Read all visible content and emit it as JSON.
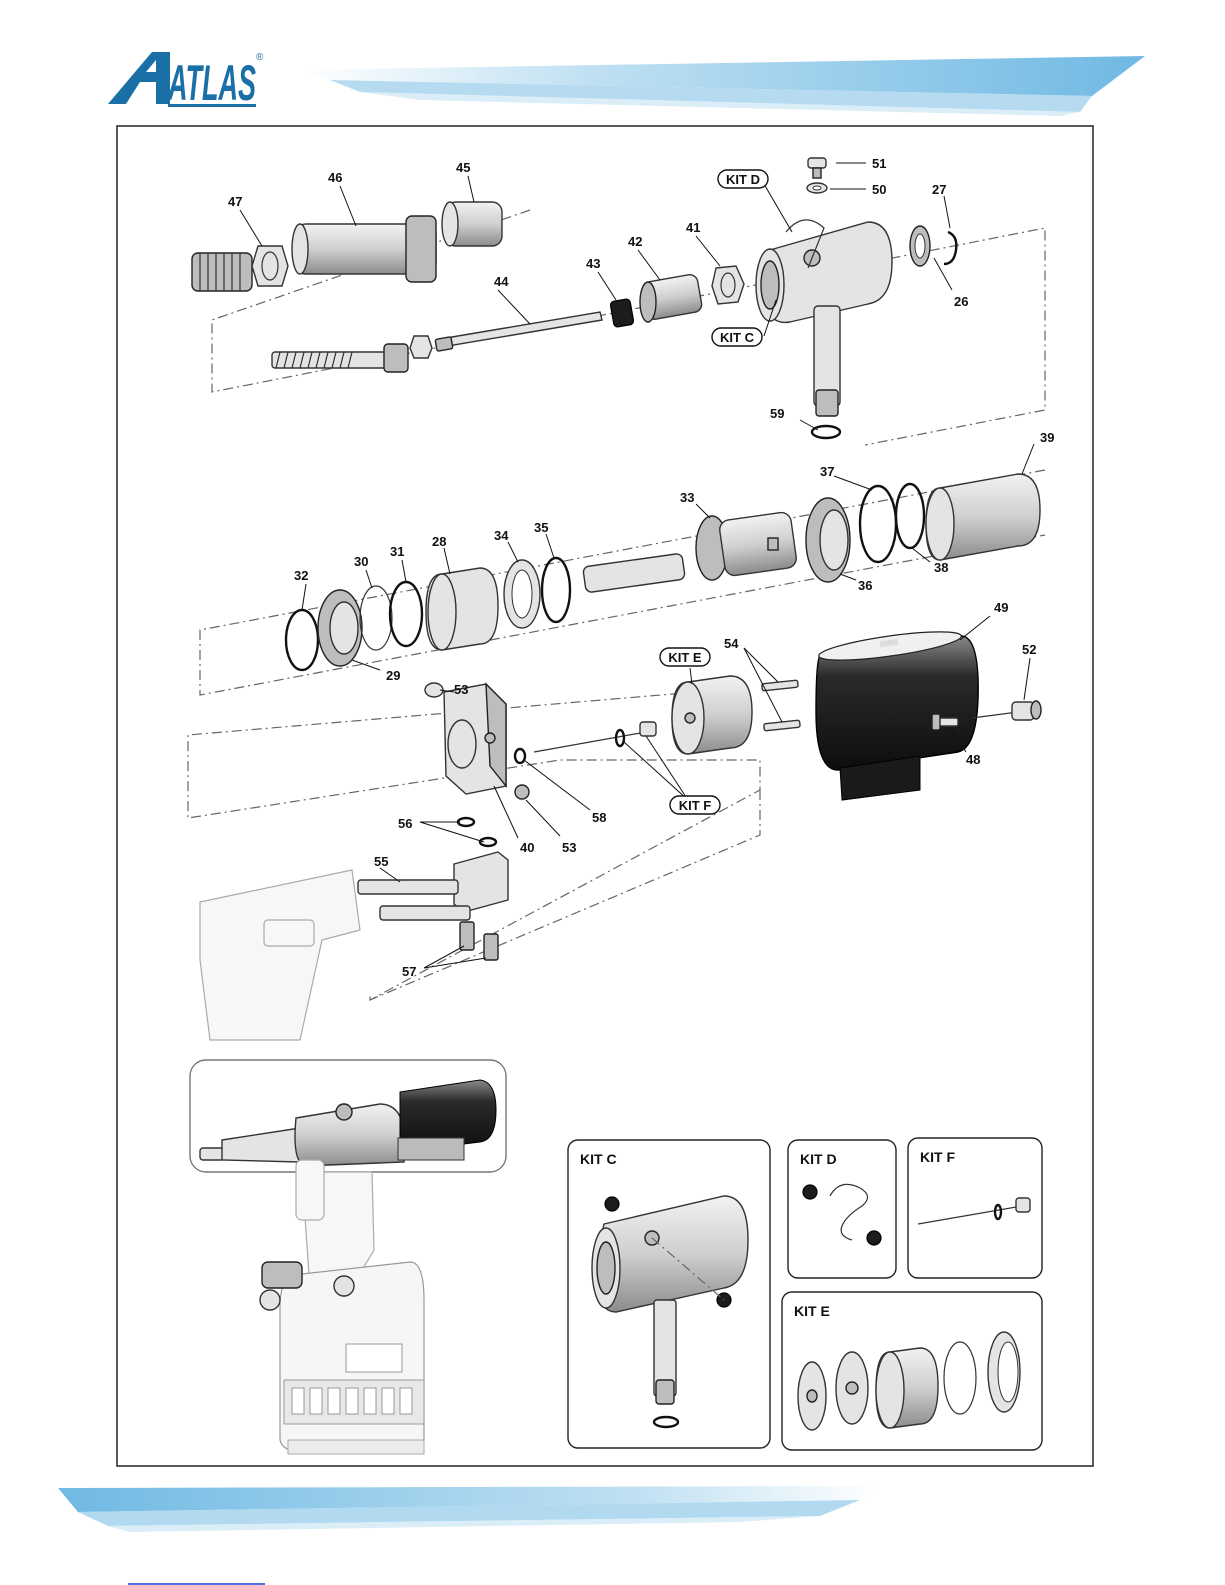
{
  "header": {
    "brand": "ATLAS",
    "registered_mark": "®",
    "brand_color": "#1a6fa6",
    "band_color": "#7fc2e6"
  },
  "diagram": {
    "part_labels": [
      "51",
      "50",
      "27",
      "26",
      "45",
      "46",
      "47",
      "41",
      "42",
      "43",
      "44",
      "59",
      "39",
      "37",
      "38",
      "36",
      "33",
      "35",
      "34",
      "28",
      "31",
      "30",
      "32",
      "29",
      "49",
      "52",
      "54",
      "53",
      "58",
      "40",
      "56",
      "55",
      "57",
      "48"
    ],
    "callouts": {
      "kit_d": "KIT D",
      "kit_c": "KIT C",
      "kit_e": "KIT E",
      "kit_f": "KIT F"
    }
  },
  "kit_panels": {
    "kit_c": "KIT C",
    "kit_d": "KIT D",
    "kit_f": "KIT F",
    "kit_e": "KIT E"
  },
  "footer": {
    "band_color": "#7fc2e6"
  }
}
